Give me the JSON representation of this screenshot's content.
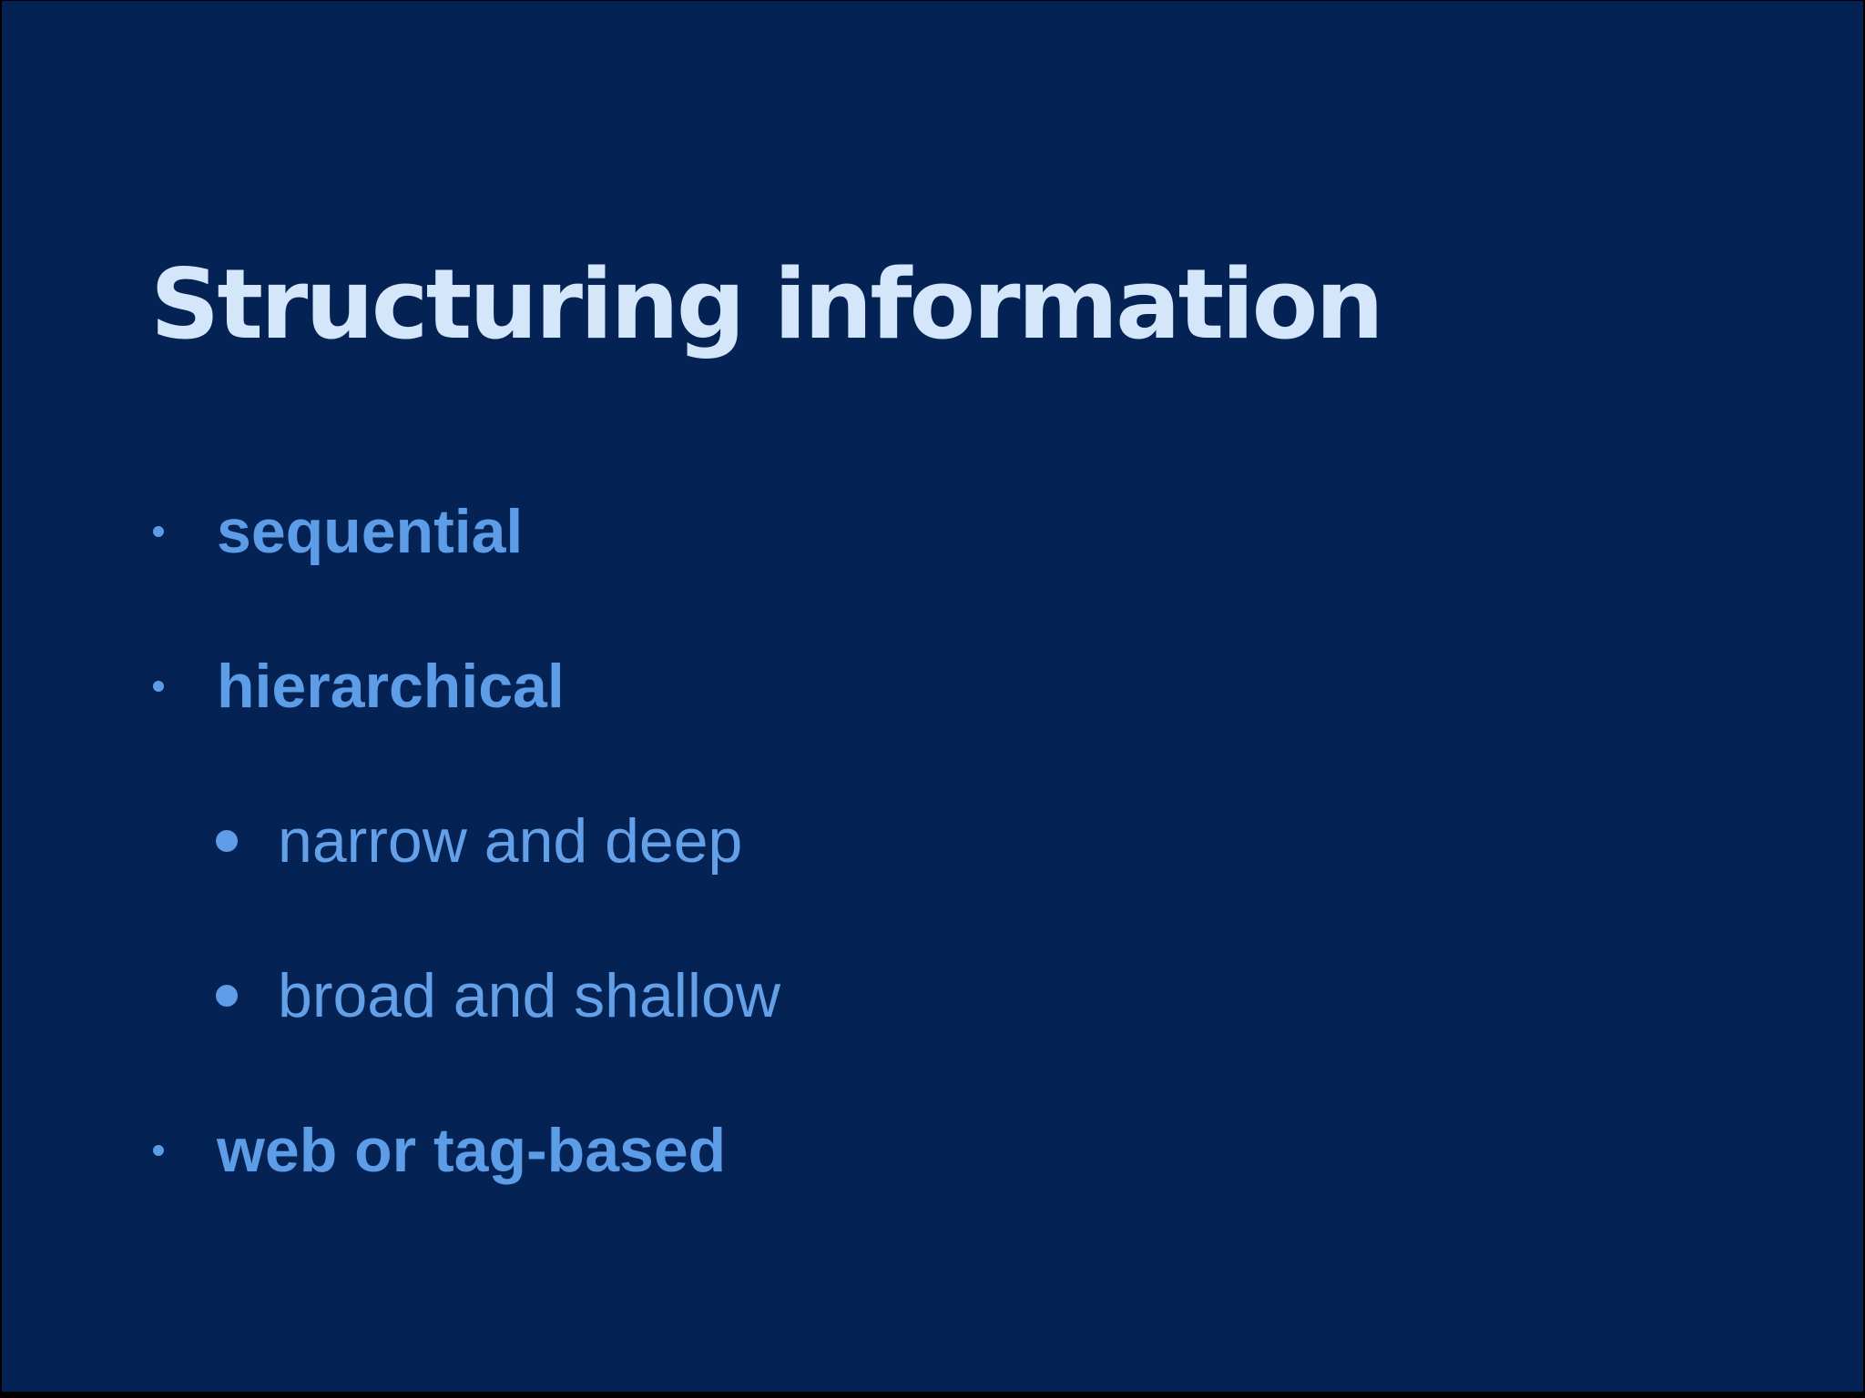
{
  "slide": {
    "title": "Structuring information",
    "bullets": [
      {
        "label": "sequential",
        "level": 1
      },
      {
        "label": "hierarchical",
        "level": 1
      },
      {
        "label": "narrow and deep",
        "level": 2
      },
      {
        "label": "broad and shallow",
        "level": 2
      },
      {
        "label": "web or tag-based",
        "level": 1
      }
    ],
    "colors": {
      "background": "#042254",
      "frame_border": "#000000",
      "title_text": "#d3e6fa",
      "bullet_bold_text": "#5d9ce6",
      "bullet_light_text": "#63a0e8"
    }
  }
}
